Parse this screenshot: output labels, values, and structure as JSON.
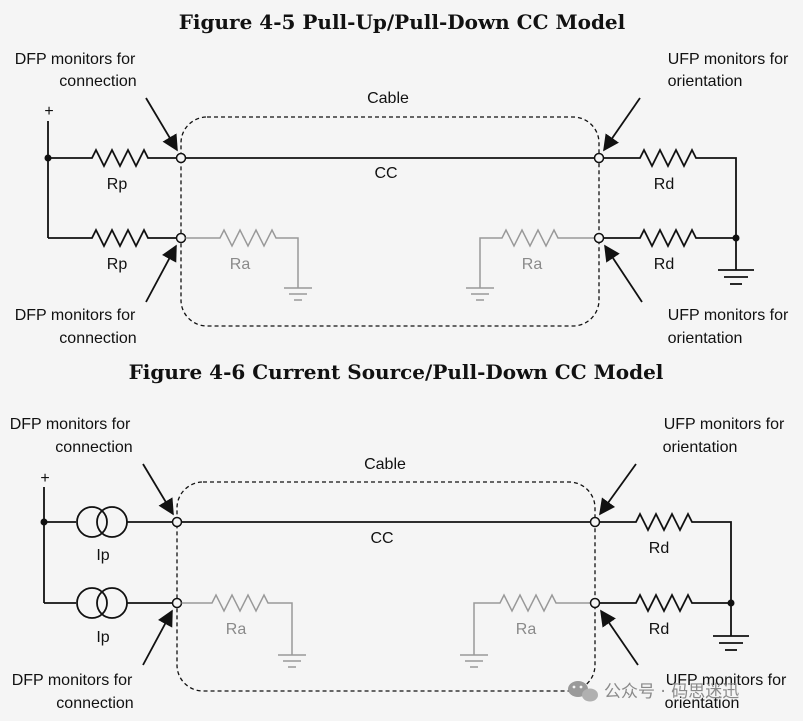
{
  "figure1": {
    "title": "Figure 4-5  Pull-Up/Pull-Down CC Model",
    "dfp_top": [
      "DFP monitors for",
      "connection"
    ],
    "ufp_top": [
      "UFP monitors for",
      "orientation"
    ],
    "dfp_bottom": [
      "DFP monitors for",
      "connection"
    ],
    "ufp_bottom": [
      "UFP monitors for",
      "orientation"
    ],
    "cable_label": "Cable",
    "cc_label": "CC",
    "plus": "+",
    "rp_top": "Rp",
    "rp_bottom": "Rp",
    "rd_top": "Rd",
    "rd_bottom": "Rd",
    "ra_left": "Ra",
    "ra_right": "Ra"
  },
  "figure2": {
    "title": "Figure 4-6  Current Source/Pull-Down CC Model",
    "dfp_top": [
      "DFP monitors for",
      "connection"
    ],
    "ufp_top": [
      "UFP monitors for",
      "orientation"
    ],
    "dfp_bottom": [
      "DFP monitors for",
      "connection"
    ],
    "ufp_bottom": [
      "UFP monitors for",
      "orientation"
    ],
    "cable_label": "Cable",
    "cc_label": "CC",
    "plus": "+",
    "ip_top": "Ip",
    "ip_bottom": "Ip",
    "rd_top": "Rd",
    "rd_bottom": "Rd",
    "ra_left": "Ra",
    "ra_right": "Ra"
  },
  "watermark": {
    "text": "公众号 · 码思迷迅",
    "icon": "wechat-icon"
  },
  "colors": {
    "background": "#f5f5f5",
    "wire": "#111111",
    "ra_wire": "#999999",
    "ra_text": "#8a8a8a"
  }
}
